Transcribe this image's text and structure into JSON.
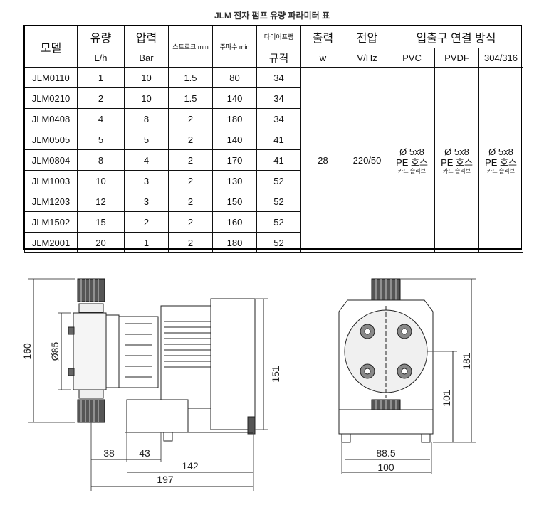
{
  "title": "JLM 전자 펌프 유량 파라미터 표",
  "table": {
    "headers": {
      "model": "모델",
      "flow": "유량",
      "pressure": "압력",
      "stroke": "스트로크 mm",
      "freq": "주파수 min",
      "diaphragm": "다이어프램",
      "spec": "규격",
      "output": "출력",
      "voltage": "전압",
      "connection": "입출구 연결 방식"
    },
    "units": {
      "flow": "L/h",
      "pressure": "Bar",
      "output": "w",
      "voltage": "V/Hz",
      "pvc": "PVC",
      "pvdf": "PVDF",
      "ss": "304/316"
    },
    "rows": [
      {
        "model": "JLM0110",
        "flow": "1",
        "pressure": "10",
        "stroke": "1.5",
        "freq": "80",
        "spec": "34"
      },
      {
        "model": "JLM0210",
        "flow": "2",
        "pressure": "10",
        "stroke": "1.5",
        "freq": "140",
        "spec": "34"
      },
      {
        "model": "JLM0408",
        "flow": "4",
        "pressure": "8",
        "stroke": "2",
        "freq": "180",
        "spec": "34"
      },
      {
        "model": "JLM0505",
        "flow": "5",
        "pressure": "5",
        "stroke": "2",
        "freq": "140",
        "spec": "41"
      },
      {
        "model": "JLM0804",
        "flow": "8",
        "pressure": "4",
        "stroke": "2",
        "freq": "170",
        "spec": "41"
      },
      {
        "model": "JLM1003",
        "flow": "10",
        "pressure": "3",
        "stroke": "2",
        "freq": "130",
        "spec": "52"
      },
      {
        "model": "JLM1203",
        "flow": "12",
        "pressure": "3",
        "stroke": "2",
        "freq": "150",
        "spec": "52"
      },
      {
        "model": "JLM1502",
        "flow": "15",
        "pressure": "2",
        "stroke": "2",
        "freq": "160",
        "spec": "52"
      },
      {
        "model": "JLM2001",
        "flow": "20",
        "pressure": "1",
        "stroke": "2",
        "freq": "180",
        "spec": "52"
      }
    ],
    "output_value": "28",
    "voltage_value": "220/50",
    "connection": {
      "size": "Ø 5x8",
      "tube": "PE 호스",
      "note": "카드 슬리브"
    }
  },
  "dimensions": {
    "side": {
      "height": "160",
      "diameter": "Ø85",
      "base_offset": "38",
      "foot": "43",
      "length": "142",
      "total": "197",
      "outlet_height": "151"
    },
    "front": {
      "height": "181",
      "center": "101",
      "inner": "88.5",
      "width": "100"
    }
  }
}
